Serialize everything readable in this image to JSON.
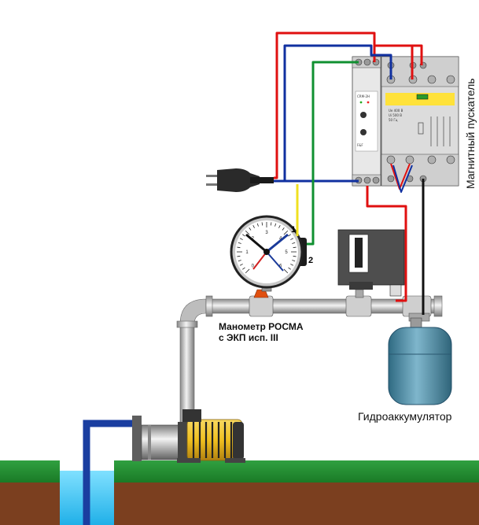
{
  "labels": {
    "manometer_line1": "Манометр РОСМА",
    "manometer_line2": "с ЭКП исп. III",
    "accumulator": "Гидроаккумулятор",
    "contactor": "Магнитный пускатель",
    "gauge_terminal_1": "1",
    "gauge_terminal_2": "2"
  },
  "relay_text": {
    "model": "CRM-2H",
    "brand": "F&F"
  },
  "contactor_text": {
    "line1": "Ue 400 В",
    "line2": "Ui 500 В",
    "line3": "50 Гц"
  },
  "gauge_scale": [
    "0",
    "1",
    "2",
    "3",
    "4",
    "5",
    "6"
  ],
  "colors": {
    "wire_red": "#e01010",
    "wire_blue": "#1030a0",
    "wire_green": "#109030",
    "wire_yellow": "#f0e020",
    "wire_black": "#111111",
    "grass": "#1f8a2c",
    "soil": "#7b3f1f",
    "water": "#40c8f0",
    "tank": "#3f7d96",
    "motor_yellow": "#f0c020"
  }
}
